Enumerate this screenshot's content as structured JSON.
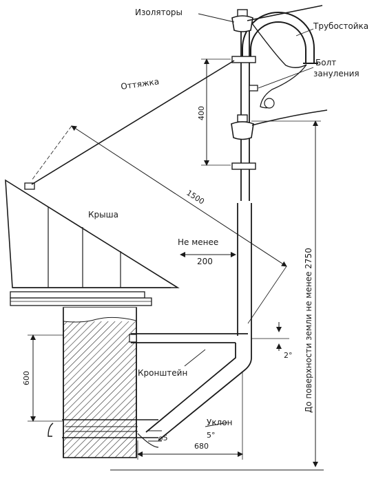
{
  "labels": {
    "insulators": "Изоляторы",
    "pipe_stand": "Трубостойка",
    "guy_wire": "Оттяжка",
    "bolt_line1": "Болт",
    "bolt_line2": "зануления",
    "roof": "Крыша",
    "bracket": "Кронштейн",
    "not_less_line1": "Не менее",
    "not_less_line2": "200",
    "slope": "Уклон",
    "to_ground": "До поверхности земли не менее 2750"
  },
  "dimensions": {
    "d400": "400",
    "d1500": "1500",
    "d600": "600",
    "angle2": "2°",
    "angle5": "5°",
    "d680": "680",
    "phi5": "⌀5"
  },
  "colors": {
    "ink": "#1a1a1a",
    "paper": "#ffffff",
    "hatch": "#333333"
  }
}
